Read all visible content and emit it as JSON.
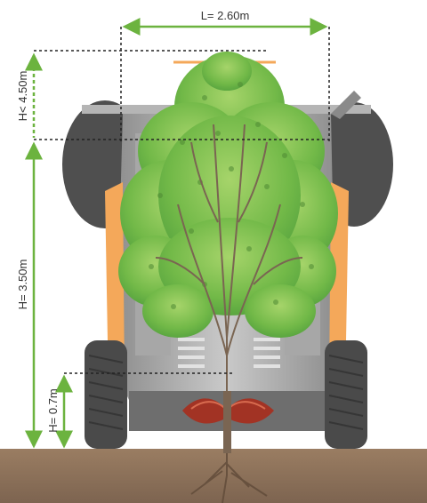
{
  "dimensions": {
    "width_label": "L= 2.60m",
    "max_height_label": "H< 4.50m",
    "machine_height_label": "H= 3.50m",
    "ground_clearance_label": "H= 0.7m"
  },
  "colors": {
    "dimension_line": "#6cb33f",
    "guide_line": "#222222",
    "machine_body": "#9a9a9a",
    "machine_light": "#cfcfcf",
    "tire": "#4a4a4a",
    "accent": "#f4a85a",
    "blade": "#a23324",
    "soil": "#8b6f57",
    "foliage": "#7cc04a",
    "trunk": "#7a6552"
  },
  "icons": {
    "tree": "tree-icon",
    "machine": "tree-spade-machine-icon"
  }
}
